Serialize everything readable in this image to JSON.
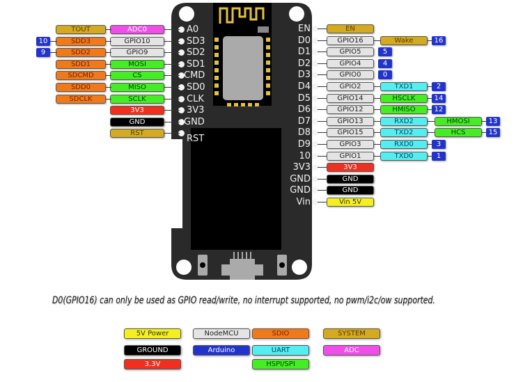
{
  "colors": {
    "system": "#d4aa1e",
    "sdio": "#f07a1a",
    "nodemcu": "#e4e4e4",
    "adc": "#f04ee8",
    "hspi": "#44ee22",
    "uart": "#55eef0",
    "power33": "#f0301e",
    "ground": "#000000",
    "power5": "#f4f020",
    "arduino": "#2233cc",
    "board": "#2a2a2a"
  },
  "left_pins": [
    {
      "pin": "A0",
      "func": "ADC0",
      "func_type": "adc",
      "alt": "TOUT",
      "alt_type": "system",
      "num": ""
    },
    {
      "pin": "SD3",
      "func": "GPIO10",
      "func_type": "nodemcu",
      "alt": "SDD3",
      "alt_type": "sdio",
      "num": "10"
    },
    {
      "pin": "SD2",
      "func": "GPIO9",
      "func_type": "nodemcu",
      "alt": "SDD2",
      "alt_type": "sdio",
      "num": "9"
    },
    {
      "pin": "SD1",
      "func": "MOSI",
      "func_type": "hspi",
      "alt": "SDD1",
      "alt_type": "sdio",
      "num": ""
    },
    {
      "pin": "CMD",
      "func": "CS",
      "func_type": "hspi",
      "alt": "SDCMD",
      "alt_type": "sdio",
      "num": ""
    },
    {
      "pin": "SD0",
      "func": "MISO",
      "func_type": "hspi",
      "alt": "SDD0",
      "alt_type": "sdio",
      "num": ""
    },
    {
      "pin": "CLK",
      "func": "SCLK",
      "func_type": "hspi",
      "alt": "SDCLK",
      "alt_type": "sdio",
      "num": ""
    },
    {
      "pin": "3V3",
      "func": "3V3",
      "func_type": "power33",
      "alt": "",
      "alt_type": "",
      "num": ""
    },
    {
      "pin": "GND",
      "func": "GND",
      "func_type": "ground",
      "alt": "",
      "alt_type": "",
      "num": ""
    },
    {
      "pin": "RST",
      "func": "RST",
      "func_type": "system",
      "alt": "",
      "alt_type": "",
      "num": ""
    }
  ],
  "right_pins": [
    {
      "pin": "EN",
      "func": "EN",
      "func_type": "system",
      "alt": "",
      "alt_type": "",
      "alt2": "",
      "alt2_type": "",
      "num": ""
    },
    {
      "pin": "D0",
      "func": "GPIO16",
      "func_type": "nodemcu",
      "alt": "Wake",
      "alt_type": "system",
      "alt2": "",
      "alt2_type": "",
      "num": "16"
    },
    {
      "pin": "D1",
      "func": "GPIO5",
      "func_type": "nodemcu",
      "alt": "",
      "alt_type": "",
      "alt2": "",
      "alt2_type": "",
      "num": "5"
    },
    {
      "pin": "D2",
      "func": "GPIO4",
      "func_type": "nodemcu",
      "alt": "",
      "alt_type": "",
      "alt2": "",
      "alt2_type": "",
      "num": "4"
    },
    {
      "pin": "D3",
      "func": "GPIO0",
      "func_type": "nodemcu",
      "alt": "",
      "alt_type": "",
      "alt2": "",
      "alt2_type": "",
      "num": "0"
    },
    {
      "pin": "D4",
      "func": "GPIO2",
      "func_type": "nodemcu",
      "alt": "TXD1",
      "alt_type": "uart",
      "alt2": "",
      "alt2_type": "",
      "num": "2"
    },
    {
      "pin": "D5",
      "func": "GPIO14",
      "func_type": "nodemcu",
      "alt": "HSCLK",
      "alt_type": "hspi",
      "alt2": "",
      "alt2_type": "",
      "num": "14"
    },
    {
      "pin": "D6",
      "func": "GPIO12",
      "func_type": "nodemcu",
      "alt": "HMISO",
      "alt_type": "hspi",
      "alt2": "",
      "alt2_type": "",
      "num": "12"
    },
    {
      "pin": "D7",
      "func": "GPIO13",
      "func_type": "nodemcu",
      "alt": "RXD2",
      "alt_type": "uart",
      "alt2": "HMOSI",
      "alt2_type": "hspi",
      "num": "13"
    },
    {
      "pin": "D8",
      "func": "GPIO15",
      "func_type": "nodemcu",
      "alt": "TXD2",
      "alt_type": "uart",
      "alt2": "HCS",
      "alt2_type": "hspi",
      "num": "15"
    },
    {
      "pin": "D9",
      "func": "GPIO3",
      "func_type": "nodemcu",
      "alt": "RXD0",
      "alt_type": "uart",
      "alt2": "",
      "alt2_type": "",
      "num": "3"
    },
    {
      "pin": "10",
      "func": "GPIO1",
      "func_type": "nodemcu",
      "alt": "TXD0",
      "alt_type": "uart",
      "alt2": "",
      "alt2_type": "",
      "num": "1"
    },
    {
      "pin": "3V3",
      "func": "3V3",
      "func_type": "power33",
      "alt": "",
      "alt_type": "",
      "alt2": "",
      "alt2_type": "",
      "num": ""
    },
    {
      "pin": "GND",
      "func": "GND",
      "func_type": "ground",
      "alt": "",
      "alt_type": "",
      "alt2": "",
      "alt2_type": "",
      "num": ""
    },
    {
      "pin": "GND",
      "func": "GND",
      "func_type": "ground",
      "alt": "",
      "alt_type": "",
      "alt2": "",
      "alt2_type": "",
      "num": ""
    },
    {
      "pin": "Vin",
      "func": "Vin 5V",
      "func_type": "power5",
      "alt": "",
      "alt_type": "",
      "alt2": "",
      "alt2_type": "",
      "num": ""
    }
  ],
  "note": "D0(GPIO16) can only be used as GPIO read/write, no interrupt supported, no pwm/i2c/ow supported.",
  "legend": [
    {
      "label": "5V Power",
      "type": "power5"
    },
    {
      "label": "NodeMCU",
      "type": "nodemcu"
    },
    {
      "label": "SDIO",
      "type": "sdio"
    },
    {
      "label": "SYSTEM",
      "type": "system"
    },
    {
      "label": "GROUND",
      "type": "ground"
    },
    {
      "label": "Arduino",
      "type": "arduino"
    },
    {
      "label": "UART",
      "type": "uart"
    },
    {
      "label": "ADC",
      "type": "adc"
    },
    {
      "label": "3.3V",
      "type": "power33"
    },
    {
      "label": "HSPI/SPI",
      "type": "hspi"
    }
  ]
}
